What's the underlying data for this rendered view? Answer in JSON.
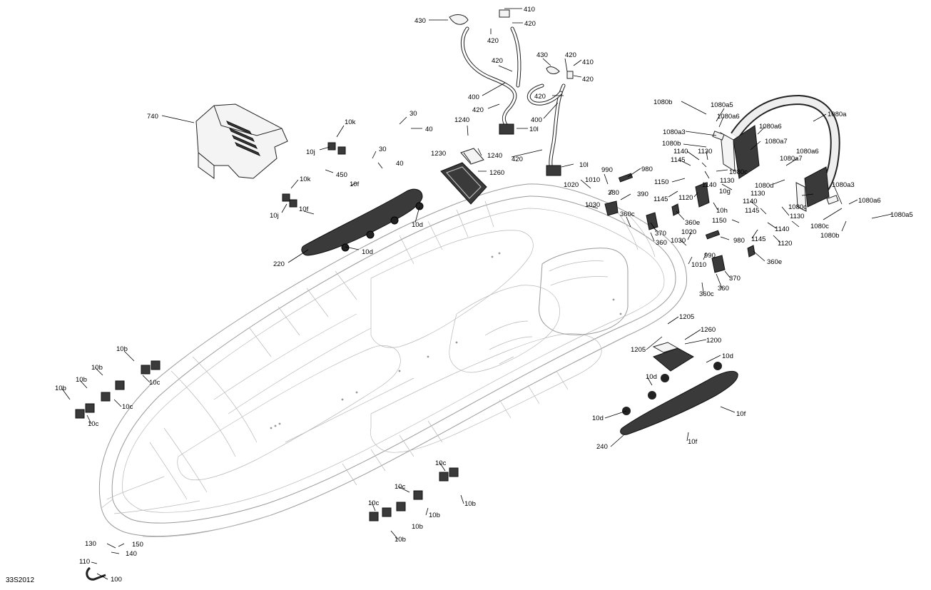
{
  "diagram": {
    "code": "33S2012",
    "callouts": [
      {
        "id": "c430a",
        "text": "430"
      },
      {
        "id": "c410a",
        "text": "410"
      },
      {
        "id": "c420a",
        "text": "420"
      },
      {
        "id": "c420b",
        "text": "420"
      },
      {
        "id": "c420c",
        "text": "420"
      },
      {
        "id": "c430b",
        "text": "430"
      },
      {
        "id": "c420d",
        "text": "420"
      },
      {
        "id": "c410b",
        "text": "410"
      },
      {
        "id": "c420e",
        "text": "420"
      },
      {
        "id": "c400a",
        "text": "400"
      },
      {
        "id": "c420f",
        "text": "420"
      },
      {
        "id": "c420g",
        "text": "420"
      },
      {
        "id": "c400b",
        "text": "400"
      },
      {
        "id": "c10la",
        "text": "10l"
      },
      {
        "id": "c1240a",
        "text": "1240"
      },
      {
        "id": "c1240b",
        "text": "1240"
      },
      {
        "id": "c420h",
        "text": "420"
      },
      {
        "id": "c10lb",
        "text": "10l"
      },
      {
        "id": "c1230",
        "text": "1230"
      },
      {
        "id": "c1260a",
        "text": "1260"
      },
      {
        "id": "c740",
        "text": "740"
      },
      {
        "id": "c10ka",
        "text": "10k"
      },
      {
        "id": "c10ja",
        "text": "10j"
      },
      {
        "id": "c30a",
        "text": "30"
      },
      {
        "id": "c40a",
        "text": "40"
      },
      {
        "id": "c30b",
        "text": "30"
      },
      {
        "id": "c40b",
        "text": "40"
      },
      {
        "id": "c450",
        "text": "450"
      },
      {
        "id": "c10kb",
        "text": "10k"
      },
      {
        "id": "c10jb",
        "text": "10j"
      },
      {
        "id": "c10fa",
        "text": "10f"
      },
      {
        "id": "c10fb",
        "text": "10f"
      },
      {
        "id": "c10da",
        "text": "10d"
      },
      {
        "id": "c10db",
        "text": "10d"
      },
      {
        "id": "c220",
        "text": "220"
      },
      {
        "id": "c990a",
        "text": "990"
      },
      {
        "id": "c980a",
        "text": "980"
      },
      {
        "id": "c1010a",
        "text": "1010"
      },
      {
        "id": "c1020a",
        "text": "1020"
      },
      {
        "id": "c380",
        "text": "380"
      },
      {
        "id": "c390",
        "text": "390"
      },
      {
        "id": "c1030a",
        "text": "1030"
      },
      {
        "id": "c360ca",
        "text": "360c"
      },
      {
        "id": "c370a",
        "text": "370"
      },
      {
        "id": "c360a",
        "text": "360"
      },
      {
        "id": "c360ea",
        "text": "360e"
      },
      {
        "id": "c1080b_a",
        "text": "1080b"
      },
      {
        "id": "c1080a5a",
        "text": "1080a5"
      },
      {
        "id": "c1080a6a",
        "text": "1080a6"
      },
      {
        "id": "c1080a",
        "text": "1080a"
      },
      {
        "id": "c1080a3a",
        "text": "1080a3"
      },
      {
        "id": "c1080a6b",
        "text": "1080a6"
      },
      {
        "id": "c1080b_b",
        "text": "1080b"
      },
      {
        "id": "c1080a7a",
        "text": "1080a7"
      },
      {
        "id": "c1140a",
        "text": "1140"
      },
      {
        "id": "c1130a",
        "text": "1130"
      },
      {
        "id": "c1080a6c",
        "text": "1080a6"
      },
      {
        "id": "c1145a",
        "text": "1145"
      },
      {
        "id": "c1080a7b",
        "text": "1080a7"
      },
      {
        "id": "c1080ca",
        "text": "1080c"
      },
      {
        "id": "c1150a",
        "text": "1150"
      },
      {
        "id": "c1130b",
        "text": "1130"
      },
      {
        "id": "c1080d",
        "text": "1080d"
      },
      {
        "id": "c1140b",
        "text": "1140"
      },
      {
        "id": "c10g",
        "text": "10g"
      },
      {
        "id": "c1145b",
        "text": "1145"
      },
      {
        "id": "c1120a",
        "text": "1120"
      },
      {
        "id": "c1130c",
        "text": "1130"
      },
      {
        "id": "c1080a3b",
        "text": "1080a3"
      },
      {
        "id": "c10h",
        "text": "10h"
      },
      {
        "id": "c1140c",
        "text": "1140"
      },
      {
        "id": "c1145c",
        "text": "1145"
      },
      {
        "id": "c1080cb",
        "text": "1080c"
      },
      {
        "id": "c1080a6d",
        "text": "1080a6"
      },
      {
        "id": "c1130d",
        "text": "1130"
      },
      {
        "id": "c1150b",
        "text": "1150"
      },
      {
        "id": "c1080a5b",
        "text": "1080a5"
      },
      {
        "id": "c1140d",
        "text": "1140"
      },
      {
        "id": "c1080cc",
        "text": "1080c"
      },
      {
        "id": "c1145d",
        "text": "1145"
      },
      {
        "id": "c1080b_c",
        "text": "1080b"
      },
      {
        "id": "c1120b",
        "text": "1120"
      },
      {
        "id": "c1020b",
        "text": "1020"
      },
      {
        "id": "c980b",
        "text": "980"
      },
      {
        "id": "c1030b",
        "text": "1030"
      },
      {
        "id": "c990b",
        "text": "990"
      },
      {
        "id": "c1010b",
        "text": "1010"
      },
      {
        "id": "c360eb",
        "text": "360e"
      },
      {
        "id": "c370b",
        "text": "370"
      },
      {
        "id": "c360b",
        "text": "360"
      },
      {
        "id": "c360cb",
        "text": "360c"
      },
      {
        "id": "c1205a",
        "text": "1205"
      },
      {
        "id": "c1260b",
        "text": "1260"
      },
      {
        "id": "c1205b",
        "text": "1205"
      },
      {
        "id": "c1200",
        "text": "1200"
      },
      {
        "id": "c10dc",
        "text": "10d"
      },
      {
        "id": "c10dd",
        "text": "10d"
      },
      {
        "id": "c10ff",
        "text": "10f"
      },
      {
        "id": "c10de",
        "text": "10d"
      },
      {
        "id": "c240",
        "text": "240"
      },
      {
        "id": "c10fg",
        "text": "10f"
      },
      {
        "id": "c10ba",
        "text": "10b"
      },
      {
        "id": "c10bb",
        "text": "10b"
      },
      {
        "id": "c10bc",
        "text": "10b"
      },
      {
        "id": "c10bd",
        "text": "10b"
      },
      {
        "id": "c10ca",
        "text": "10c"
      },
      {
        "id": "c10cb",
        "text": "10c"
      },
      {
        "id": "c10cc",
        "text": "10c"
      },
      {
        "id": "c10cd",
        "text": "10c"
      },
      {
        "id": "c10ce",
        "text": "10c"
      },
      {
        "id": "c10cf",
        "text": "10c"
      },
      {
        "id": "c10be",
        "text": "10b"
      },
      {
        "id": "c10bf",
        "text": "10b"
      },
      {
        "id": "c10bg",
        "text": "10b"
      },
      {
        "id": "c10bh",
        "text": "10b"
      },
      {
        "id": "c130",
        "text": "130"
      },
      {
        "id": "c150",
        "text": "150"
      },
      {
        "id": "c140",
        "text": "140"
      },
      {
        "id": "c110",
        "text": "110"
      },
      {
        "id": "c100",
        "text": "100"
      }
    ]
  }
}
